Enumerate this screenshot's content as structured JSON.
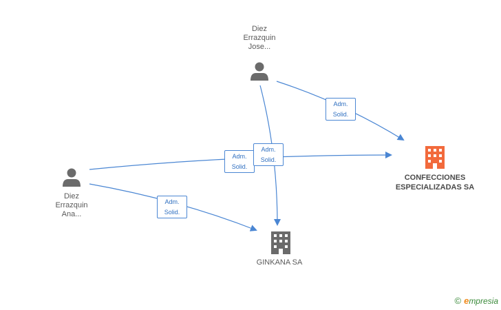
{
  "nodes": {
    "person_jose": {
      "lines": [
        "Diez",
        "Errazquin",
        "Jose..."
      ]
    },
    "person_ana": {
      "lines": [
        "Diez",
        "Errazquin",
        "Ana..."
      ]
    },
    "company_confecciones": {
      "lines": [
        "CONFECCIONES",
        "ESPECIALIZADAS SA"
      ],
      "color": "#f26a3c"
    },
    "company_ginkana": {
      "name": "GINKANA SA",
      "color": "#6b6b6b"
    }
  },
  "edges": [
    {
      "from": "Diez Errazquin Jose...",
      "to": "CONFECCIONES ESPECIALIZADAS SA",
      "line1": "Adm.",
      "line2": "Solid."
    },
    {
      "from": "Diez Errazquin Ana...",
      "to": "CONFECCIONES ESPECIALIZADAS SA",
      "line1": "Adm.",
      "line2": "Solid."
    },
    {
      "from": "Diez Errazquin Jose...",
      "to": "GINKANA SA",
      "line1": "Adm.",
      "line2": "Solid."
    },
    {
      "from": "Diez Errazquin Ana...",
      "to": "GINKANA SA",
      "line1": "Adm.",
      "line2": "Solid."
    }
  ],
  "colors": {
    "edge": "#4a86d3",
    "person_icon": "#6b6b6b"
  },
  "footer": {
    "copyright": "©",
    "brand_e": "e",
    "brand_rest": "mpresia"
  }
}
